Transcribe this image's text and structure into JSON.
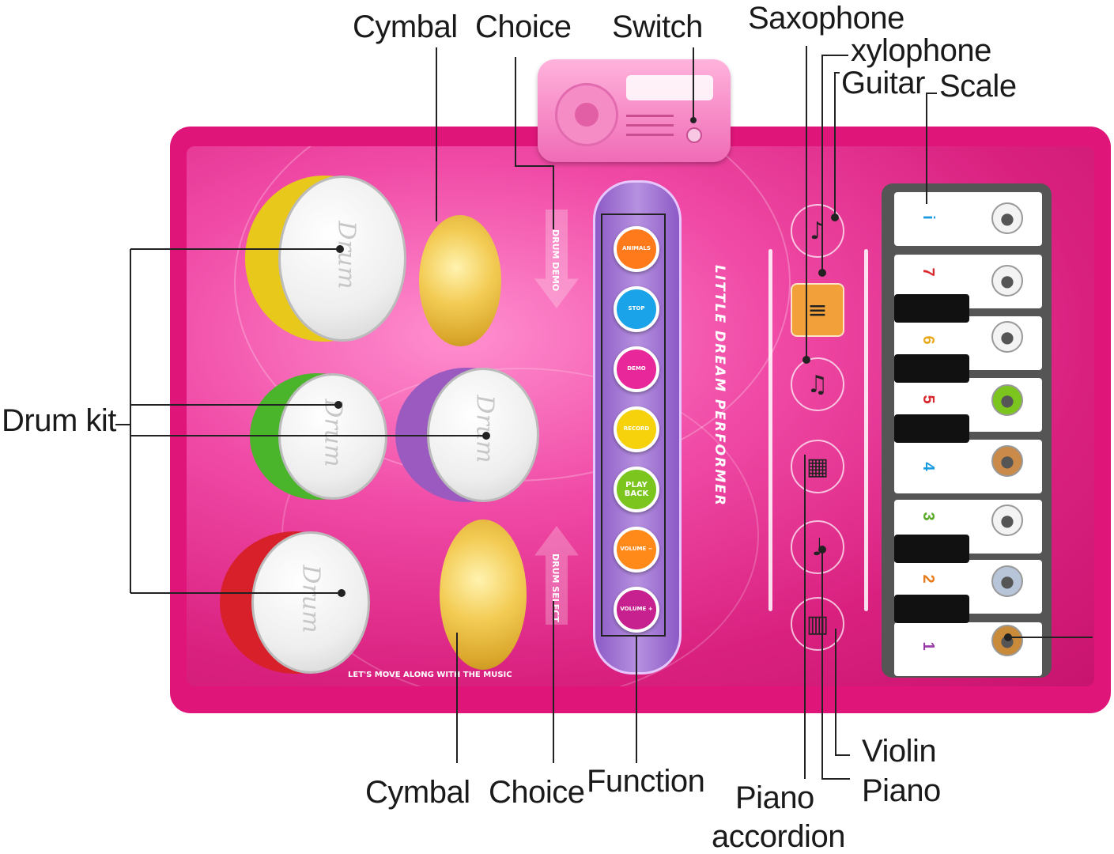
{
  "callouts": {
    "cymbal_top": "Cymbal",
    "choice_top": "Choice",
    "switch": "Switch",
    "saxophone": "Saxophone",
    "xylophone": "xylophone",
    "guitar": "Guitar",
    "scale": "Scale",
    "drum_kit": "Drum kit",
    "cymbal_bottom": "Cymbal",
    "choice_bottom": "Choice",
    "function": "Function",
    "piano_accordion_1": "Piano",
    "piano_accordion_2": "accordion",
    "violin": "Violin",
    "piano": "Piano"
  },
  "mat": {
    "title": "LITTLE DREAM PERFORMER",
    "footer": "LET'S MOVE ALONG WITH THE MUSIC",
    "drum_label": "Drum",
    "drum_demo": "DRUM DEMO",
    "drum_select": "DRUM SELECT",
    "buttons": [
      {
        "label": "ANIMALS",
        "color": "#ff7a1a"
      },
      {
        "label": "STOP",
        "color": "#1aa3e8"
      },
      {
        "label": "DEMO",
        "color": "#e8289a"
      },
      {
        "label": "RECORD",
        "color": "#f5d20c"
      },
      {
        "label": "PLAY BACK",
        "color": "#7cc51f"
      },
      {
        "label": "VOLUME −",
        "color": "#ff8a1a"
      },
      {
        "label": "VOLUME +",
        "color": "#c7218f"
      }
    ],
    "scale_numbers": [
      {
        "n": "i",
        "color": "#1a9ae0"
      },
      {
        "n": "7",
        "color": "#d8282e"
      },
      {
        "n": "6",
        "color": "#e8a81a"
      },
      {
        "n": "5",
        "color": "#d8282e"
      },
      {
        "n": "4",
        "color": "#1a9ae0"
      },
      {
        "n": "3",
        "color": "#5aaa2a"
      },
      {
        "n": "2",
        "color": "#e87a1a"
      },
      {
        "n": "1",
        "color": "#9a3aa8"
      }
    ],
    "colors": {
      "mat": "#e0157a",
      "drum_yellow": "#e8c81a",
      "drum_green": "#4ab42a",
      "drum_purple": "#9a5ac0",
      "drum_red": "#d8202a",
      "panel": "#8c5ac6"
    }
  }
}
